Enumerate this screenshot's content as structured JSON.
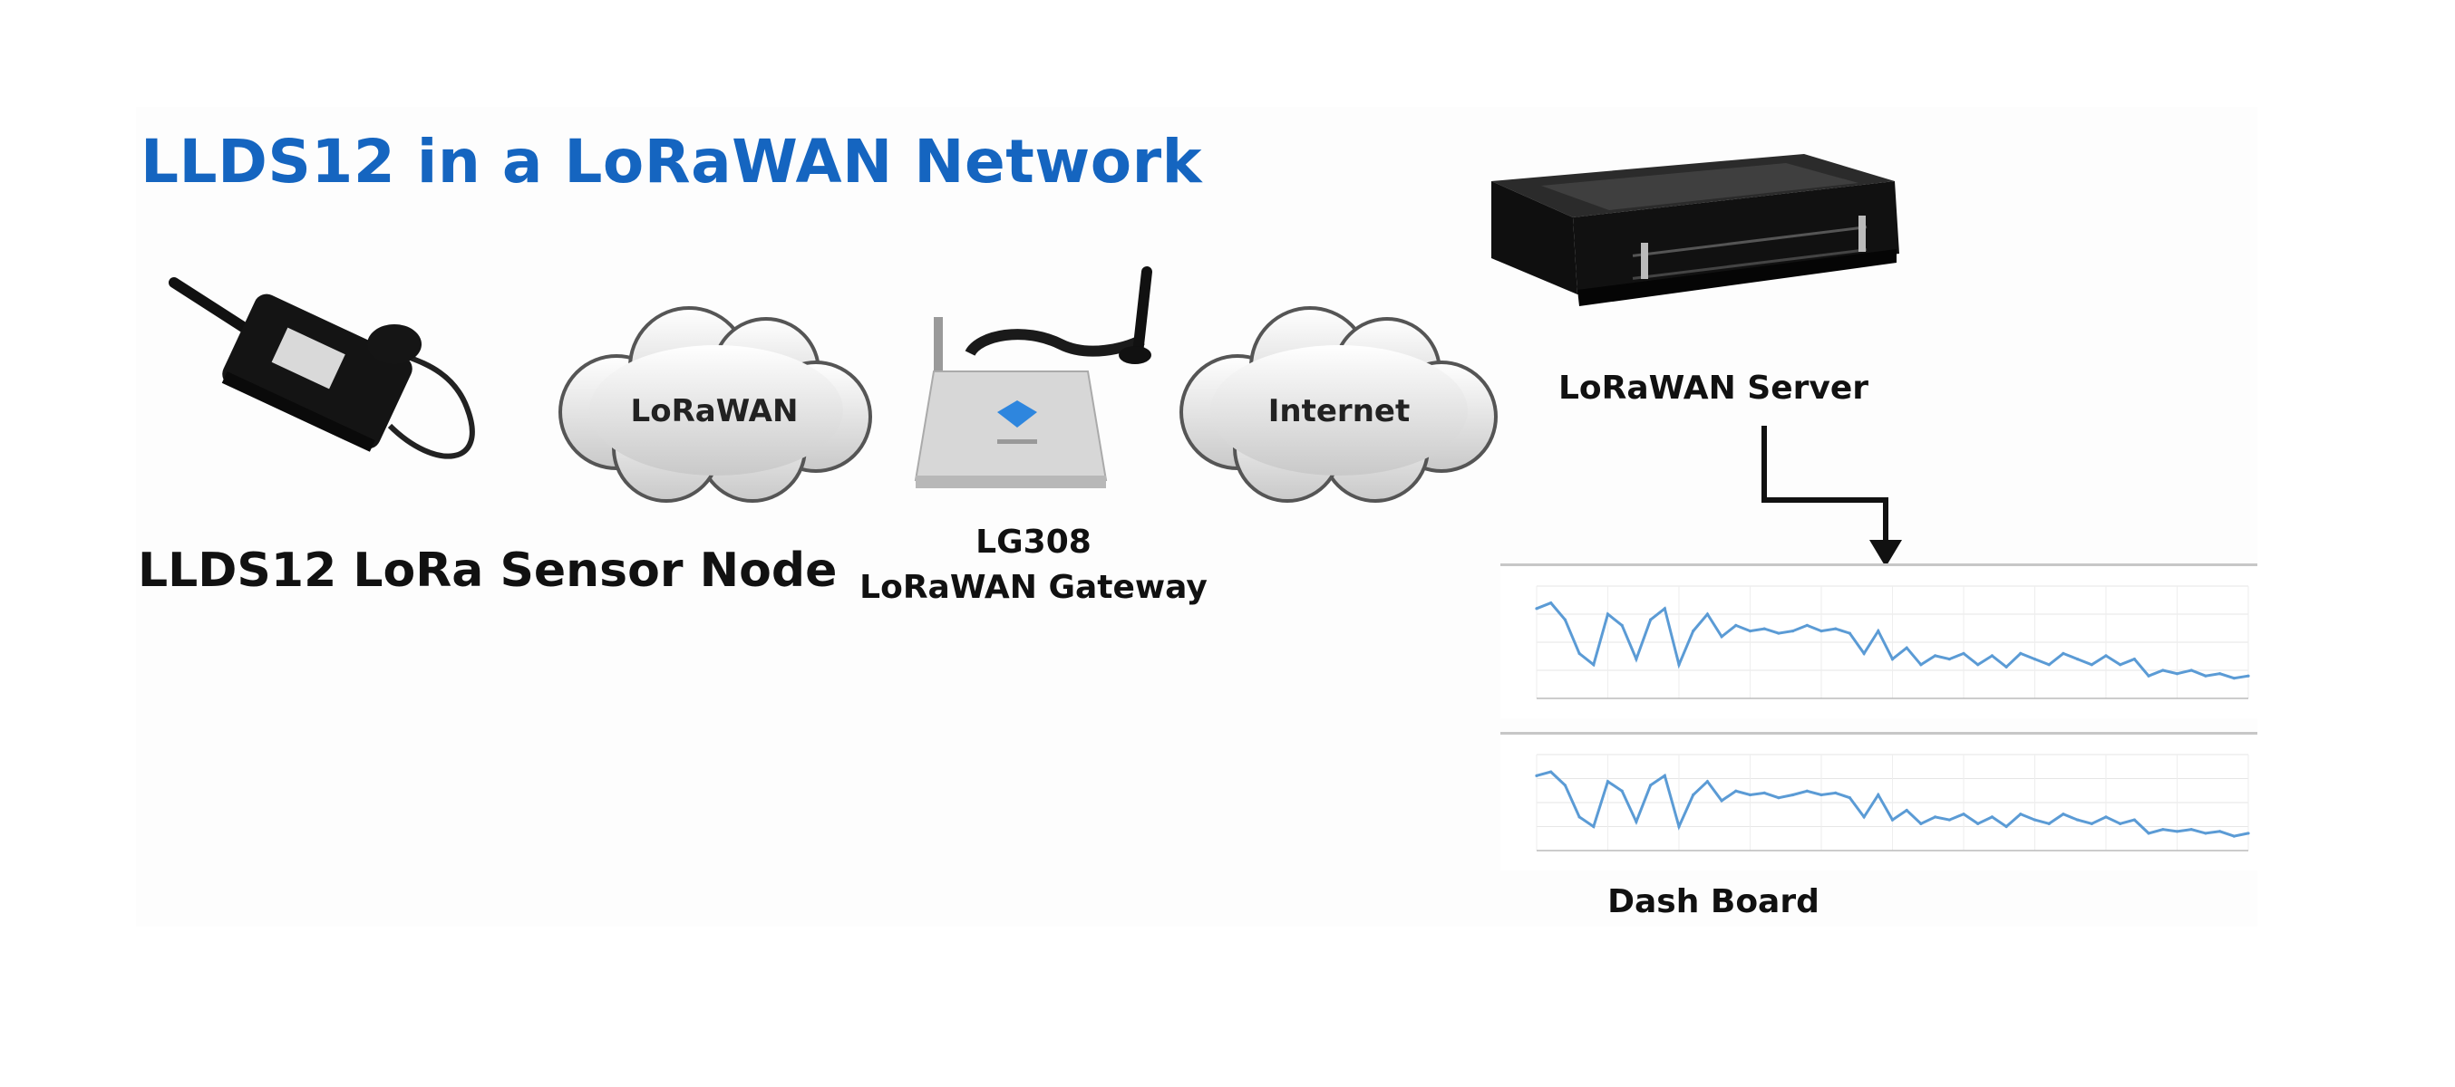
{
  "title": "LLDS12 in a LoRaWAN Network",
  "sensor": {
    "caption": "LLDS12 LoRa Sensor Node"
  },
  "cloud_lorawan": {
    "label": "LoRaWAN"
  },
  "gateway": {
    "model": "LG308",
    "caption": "LoRaWAN Gateway"
  },
  "cloud_internet": {
    "label": "Internet"
  },
  "server": {
    "caption": "LoRaWAN Server"
  },
  "dashboard": {
    "caption": "Dash Board"
  },
  "colors": {
    "title": "#1565c0",
    "line": "#5b9bd5"
  },
  "chart_data": [
    {
      "type": "line",
      "title": "",
      "xlabel": "",
      "ylabel": "",
      "grid": true,
      "x": [
        0,
        2,
        4,
        6,
        8,
        10,
        12,
        14,
        16,
        18,
        20,
        22,
        24,
        26,
        28,
        30,
        32,
        34,
        36,
        38,
        40,
        42,
        44,
        46,
        48,
        50,
        52,
        54,
        56,
        58,
        60,
        62,
        64,
        66,
        68,
        70,
        72,
        74,
        76,
        78,
        80,
        82,
        84,
        86,
        88,
        90,
        92,
        94,
        96,
        98,
        100
      ],
      "values": [
        80,
        85,
        70,
        40,
        30,
        75,
        65,
        35,
        70,
        80,
        30,
        60,
        75,
        55,
        65,
        60,
        62,
        58,
        60,
        65,
        60,
        62,
        58,
        40,
        60,
        35,
        45,
        30,
        38,
        35,
        40,
        30,
        38,
        28,
        40,
        35,
        30,
        40,
        35,
        30,
        38,
        30,
        35,
        20,
        25,
        22,
        25,
        20,
        22,
        18,
        20
      ],
      "ylim": [
        0,
        100
      ]
    },
    {
      "type": "line",
      "title": "",
      "xlabel": "",
      "ylabel": "",
      "grid": true,
      "x": [
        0,
        2,
        4,
        6,
        8,
        10,
        12,
        14,
        16,
        18,
        20,
        22,
        24,
        26,
        28,
        30,
        32,
        34,
        36,
        38,
        40,
        42,
        44,
        46,
        48,
        50,
        52,
        54,
        56,
        58,
        60,
        62,
        64,
        66,
        68,
        70,
        72,
        74,
        76,
        78,
        80,
        82,
        84,
        86,
        88,
        90,
        92,
        94,
        96,
        98,
        100
      ],
      "values": [
        78,
        82,
        68,
        35,
        25,
        72,
        62,
        30,
        68,
        78,
        25,
        58,
        72,
        52,
        62,
        58,
        60,
        55,
        58,
        62,
        58,
        60,
        55,
        35,
        58,
        32,
        42,
        28,
        35,
        32,
        38,
        28,
        35,
        25,
        38,
        32,
        28,
        38,
        32,
        28,
        35,
        28,
        32,
        18,
        22,
        20,
        22,
        18,
        20,
        15,
        18
      ],
      "ylim": [
        0,
        100
      ]
    }
  ]
}
